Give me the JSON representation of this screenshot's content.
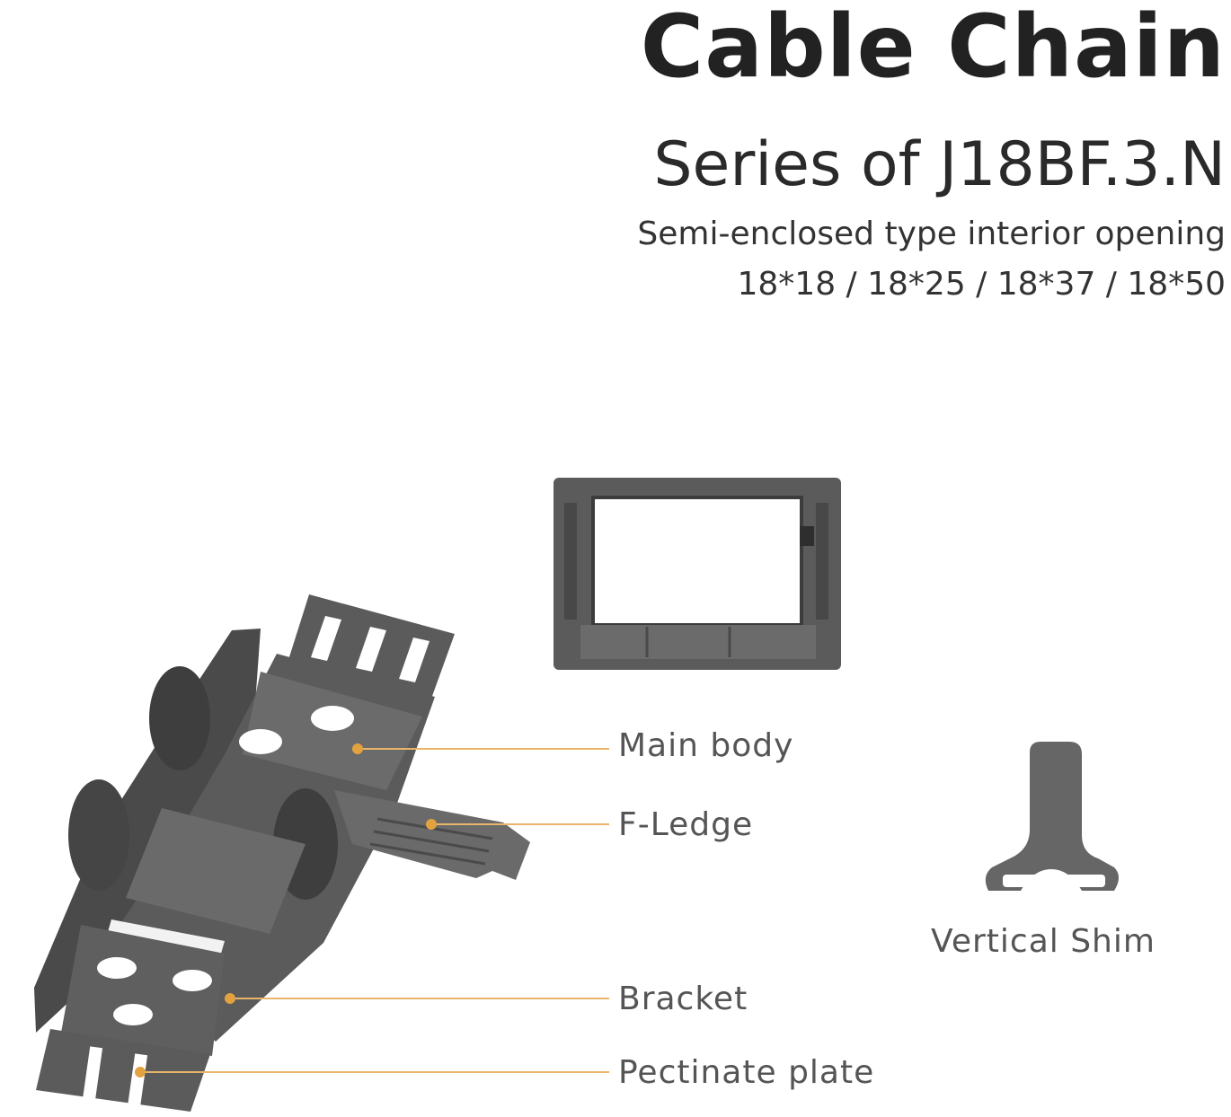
{
  "header": {
    "title": "Cable Chain",
    "subtitle": "Series of J18BF.3.N",
    "description": "Semi-enclosed type interior opening",
    "sizes": "18*18 / 18*25 / 18*37 / 18*50"
  },
  "labels": {
    "main_body": "Main body",
    "f_ledge": "F-Ledge",
    "bracket": "Bracket",
    "pectinate_plate": "Pectinate plate",
    "vertical_shim": "Vertical Shim"
  },
  "colors": {
    "part_body": "#5b5b5b",
    "part_dark": "#3c3c3c",
    "part_light": "#7a7a7a",
    "leader_line": "#e9b56a",
    "leader_dot": "#e2a23f"
  }
}
